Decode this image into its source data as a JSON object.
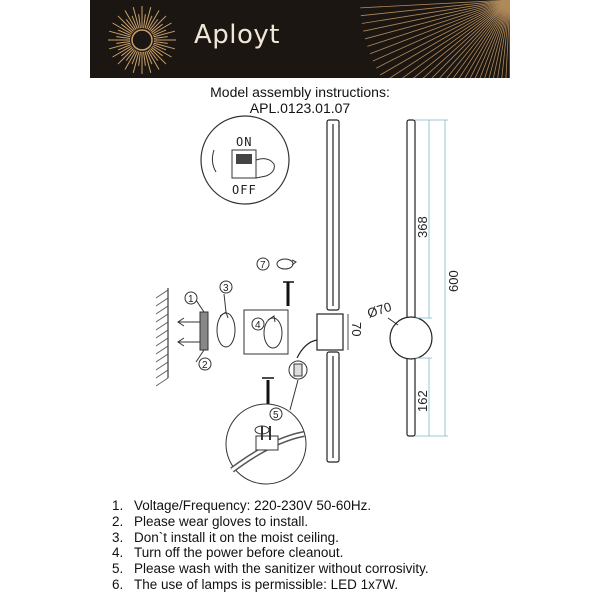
{
  "brand": {
    "name": "Aployt"
  },
  "header": {
    "title": "Model assembly instructions:",
    "model": "APL.0123.01.07"
  },
  "diagram": {
    "switch_on": "ON",
    "switch_off": "OFF",
    "dim_368": "368",
    "dim_600": "600",
    "dim_162": "162",
    "dim_70": "70",
    "dim_diameter": "Ø70",
    "steps": [
      "1",
      "2",
      "3",
      "4",
      "5",
      "7"
    ]
  },
  "instructions": [
    {
      "num": "1.",
      "text": "Voltage/Frequency: 220-230V 50-60Hz."
    },
    {
      "num": "2.",
      "text": "Please wear gloves to install."
    },
    {
      "num": "3.",
      "text": "Don`t install it on the moist ceiling."
    },
    {
      "num": "4.",
      "text": "Turn off the power before cleanout."
    },
    {
      "num": "5.",
      "text": "Please wash with the sanitizer without corrosivity."
    },
    {
      "num": "6.",
      "text": "The use of lamps is permissible: LED 1x7W."
    }
  ]
}
